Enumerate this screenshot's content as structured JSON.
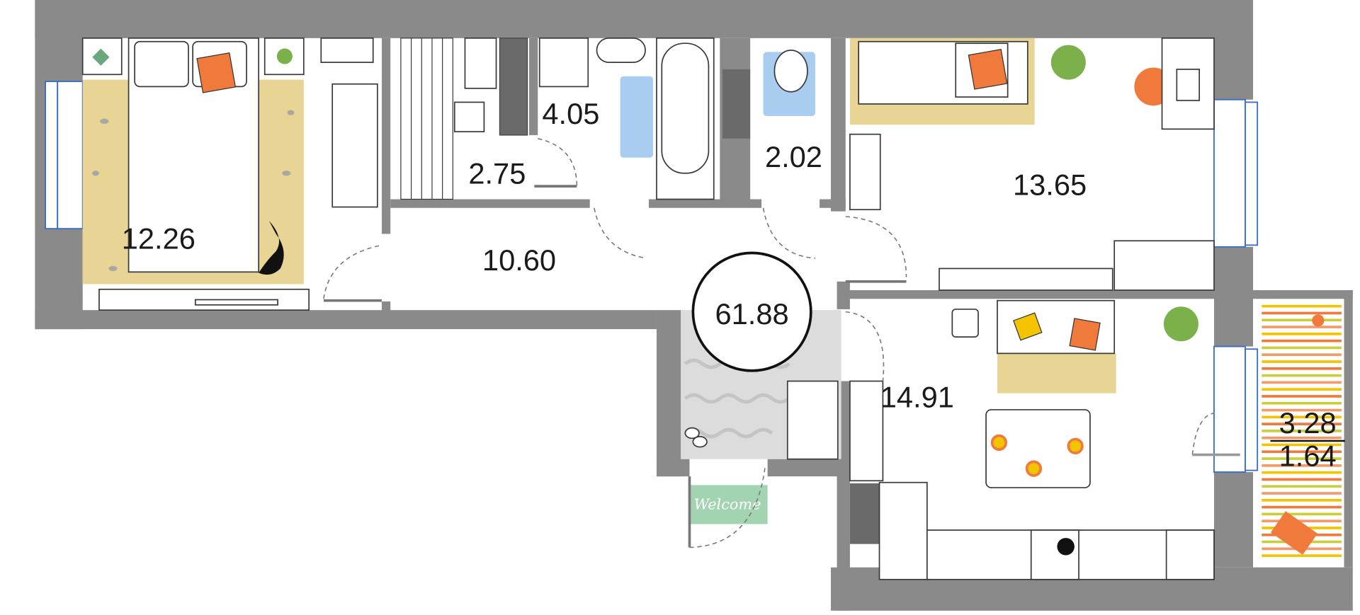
{
  "plan": {
    "total_area": "61.88",
    "rooms": [
      {
        "name": "bedroom-1",
        "area": "12.26"
      },
      {
        "name": "sauna",
        "area": "2.75"
      },
      {
        "name": "bathroom",
        "area": "4.05"
      },
      {
        "name": "toilet",
        "area": "2.02"
      },
      {
        "name": "corridor",
        "area": "10.60"
      },
      {
        "name": "bedroom-2",
        "area": "13.65"
      },
      {
        "name": "kitchen-living",
        "area": "14.91"
      }
    ],
    "balcony": {
      "area": "3.28",
      "reduced_area": "1.64"
    },
    "doormat_text": "Welcome"
  },
  "colors": {
    "wall": "#8a8a8a",
    "rug": "#e8d595",
    "pillow": "#ef7a3c",
    "window": "#3a6cc8",
    "bathmat": "#a9cdf0",
    "doormat": "#a3d4b2",
    "hall_floor": "#dcdcdc"
  }
}
